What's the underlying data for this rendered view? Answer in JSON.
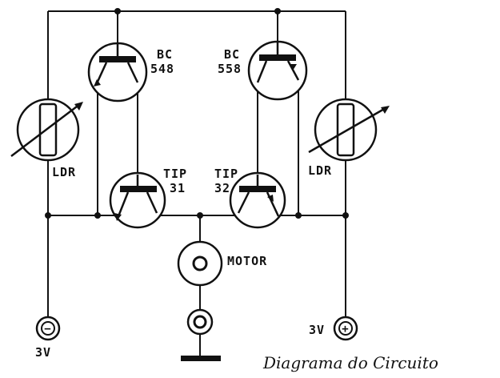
{
  "transistors": {
    "q1": {
      "label_line1": "BC",
      "label_line2": "548"
    },
    "q2": {
      "label_line1": "BC",
      "label_line2": "558"
    },
    "q3": {
      "label_line1": "TIP",
      "label_line2": "31"
    },
    "q4": {
      "label_line1": "TIP",
      "label_line2": "32"
    }
  },
  "ldr_left": {
    "label": "LDR"
  },
  "ldr_right": {
    "label": "LDR"
  },
  "motor": {
    "label": "MOTOR"
  },
  "battery_negative": {
    "label": "3V",
    "symbol": "−"
  },
  "battery_positive": {
    "label": "3V",
    "symbol": "+"
  },
  "caption": "Diagrama do Circuito"
}
